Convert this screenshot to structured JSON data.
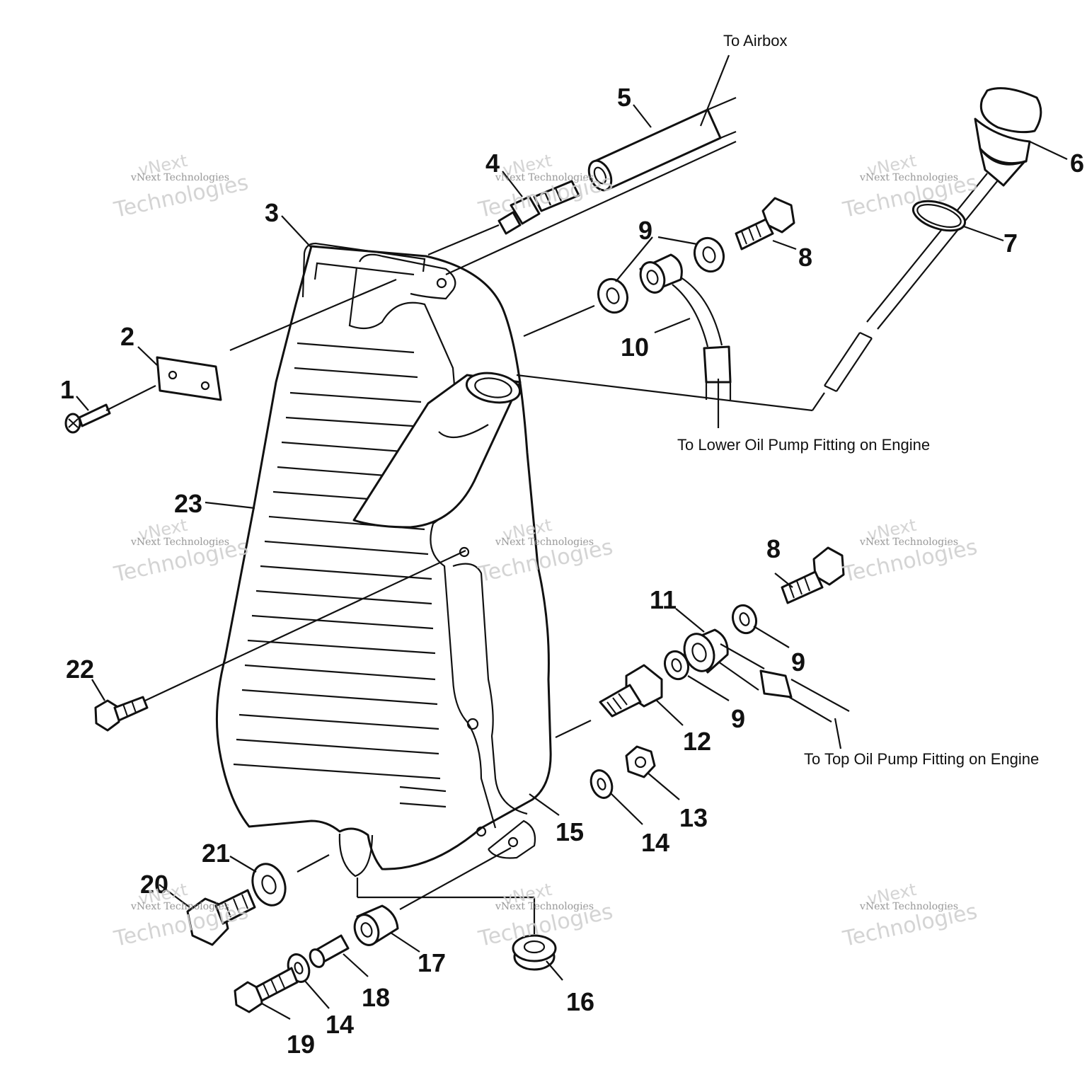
{
  "callouts": {
    "p1": "1",
    "p2": "2",
    "p3": "3",
    "p4": "4",
    "p5": "5",
    "p6": "6",
    "p7": "7",
    "p8a": "8",
    "p8b": "8",
    "p9a": "9",
    "p9b": "9",
    "p9c": "9",
    "p10": "10",
    "p11": "11",
    "p12": "12",
    "p13": "13",
    "p14a": "14",
    "p14b": "14",
    "p15": "15",
    "p16": "16",
    "p17": "17",
    "p18": "18",
    "p19": "19",
    "p20": "20",
    "p21": "21",
    "p22": "22",
    "p23": "23"
  },
  "notes": {
    "to_airbox": "To Airbox",
    "to_lower_pump": "To Lower Oil Pump Fitting on Engine",
    "to_top_pump": "To Top Oil Pump Fitting on Engine"
  },
  "watermark": {
    "line1": "vNext",
    "line2": "vNext Technologies",
    "line3": "Technologies"
  }
}
